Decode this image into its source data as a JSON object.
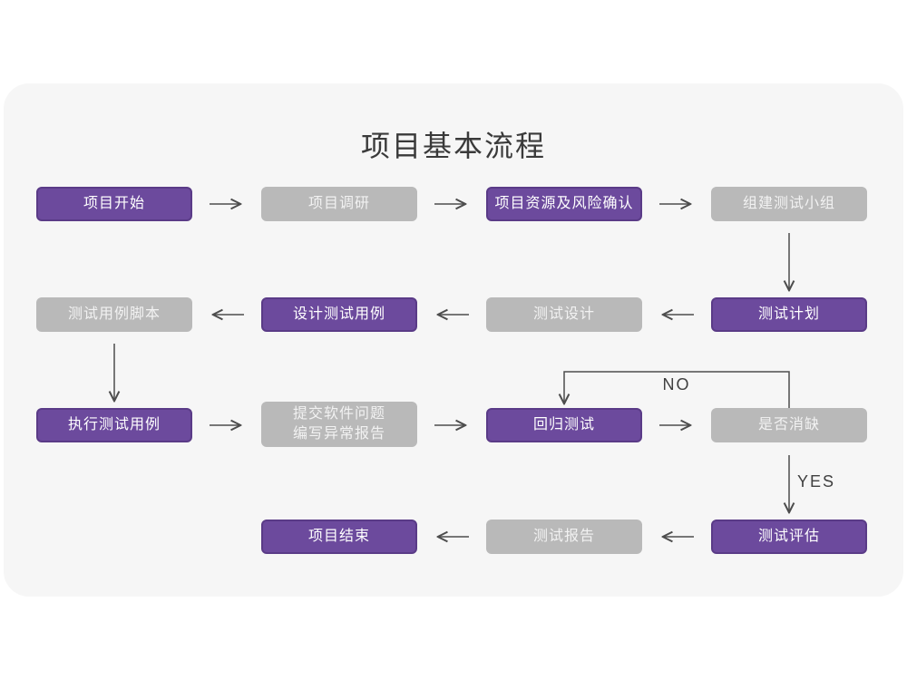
{
  "title": "项目基本流程",
  "colors": {
    "primary": "#6C4A9D",
    "primary_border": "#5A3B87",
    "secondary": "#B9B9B9",
    "secondary_text": "#F2F2F2",
    "node_text": "#FFFFFF",
    "arrow": "#4D4D4D",
    "title_text": "#3A3A3A",
    "card_bg": "#F6F6F6",
    "page_bg": "#FFFFFF"
  },
  "nodes": [
    {
      "id": "project-start",
      "label": "项目开始",
      "type": "primary"
    },
    {
      "id": "project-research",
      "label": "项目调研",
      "type": "secondary"
    },
    {
      "id": "resource-risk-confirm",
      "label": "项目资源及风险确认",
      "type": "primary"
    },
    {
      "id": "form-test-team",
      "label": "组建测试小组",
      "type": "secondary"
    },
    {
      "id": "test-plan",
      "label": "测试计划",
      "type": "primary"
    },
    {
      "id": "test-design",
      "label": "测试设计",
      "type": "secondary"
    },
    {
      "id": "design-test-cases",
      "label": "设计测试用例",
      "type": "primary"
    },
    {
      "id": "test-case-script",
      "label": "测试用例脚本",
      "type": "secondary"
    },
    {
      "id": "execute-test-cases",
      "label": "执行测试用例",
      "type": "primary"
    },
    {
      "id": "submit-issue-report",
      "label": "提交软件问题\n编写异常报告",
      "type": "secondary"
    },
    {
      "id": "regression-test",
      "label": "回归测试",
      "type": "primary"
    },
    {
      "id": "defect-cleared",
      "label": "是否消缺",
      "type": "secondary"
    },
    {
      "id": "test-evaluation",
      "label": "测试评估",
      "type": "primary"
    },
    {
      "id": "test-report",
      "label": "测试报告",
      "type": "secondary"
    },
    {
      "id": "project-end",
      "label": "项目结束",
      "type": "primary"
    }
  ],
  "edge_labels": {
    "no": "NO",
    "yes": "YES"
  }
}
